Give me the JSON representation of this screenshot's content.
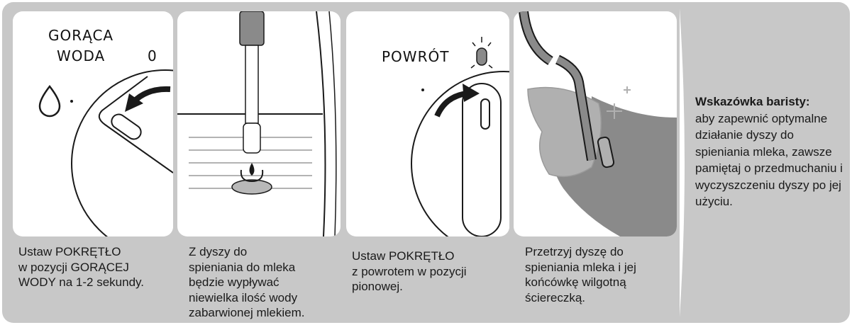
{
  "panels": [
    {
      "labels": {
        "main": "GORĄCA\nWODA",
        "zero": "0"
      },
      "caption": "Ustaw POKRĘTŁO\nw pozycji GORĄCEJ\nWODY na 1-2 sekundy."
    },
    {
      "caption": "Z dyszy do\nspieniania do mleka\nbędzie wypływać\nniewielka ilość wody\nzabarwionej mlekiem."
    },
    {
      "labels": {
        "main": "POWRÓT"
      },
      "caption": "Ustaw POKRĘTŁO\nz powrotem w pozycji\npionowej."
    },
    {
      "caption": "Przetrzyj dyszę do\nspieniania mleka i jej\nkońcówkę wilgotną\nściereczką."
    }
  ],
  "tip": {
    "title": "Wskazówka baristy:",
    "body": "aby zapewnić optymalne działanie dyszy do spieniania mleka, zawsze pamiętaj o przedmuchaniu i wyczyszczeniu dyszy po jej użyciu."
  },
  "colors": {
    "band": "#c8c8c8",
    "panel": "#ffffff",
    "line": "#1a1a1a",
    "steam_wand": "#8a8a8a"
  },
  "icons": [
    "water-drop-icon",
    "rotate-arrow-icon",
    "indicator-light-icon",
    "sparkle-icon",
    "hand-with-cloth-icon"
  ]
}
